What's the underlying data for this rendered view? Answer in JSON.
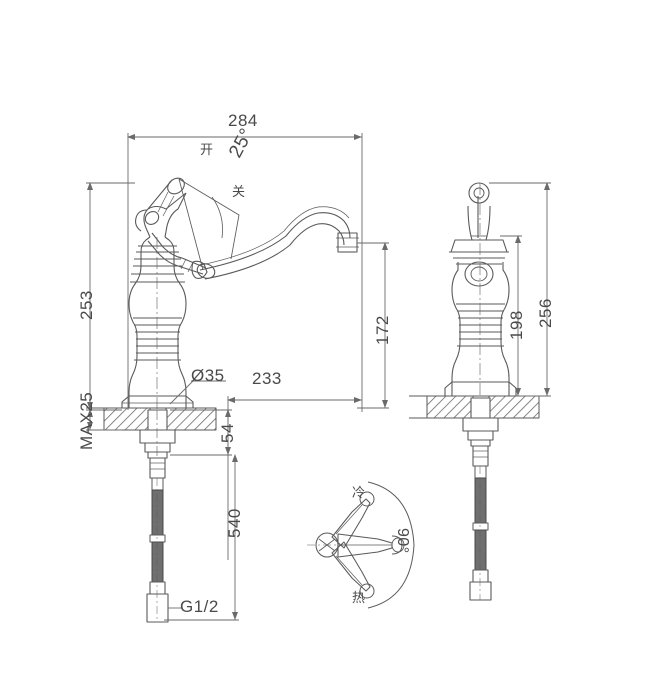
{
  "drawing": {
    "title": "Single-hole basin mixer tap technical drawing",
    "background": "#ffffff",
    "line_color": "#5a5a5a",
    "dim_color": "#4a4a4a",
    "hatch_color": "#6a6a6a"
  },
  "dimensions": {
    "overall_width": "284",
    "body_height": "253",
    "spout_reach": "233",
    "spout_height": "172",
    "deck_thickness": "MAX25",
    "mount_hole": "Ø35",
    "shank_length": "54",
    "hose_length": "540",
    "thread": "G1/2",
    "side_height_outer": "256",
    "side_height_inner": "198"
  },
  "annotations": {
    "handle_angle": "25°",
    "handle_open": "开",
    "handle_close": "关",
    "swivel_angle": "90°",
    "swivel_cold": "冷",
    "swivel_hot": "热"
  },
  "views": {
    "front": "front-elevation",
    "side": "side-elevation",
    "bottom": "swivel-plan"
  }
}
